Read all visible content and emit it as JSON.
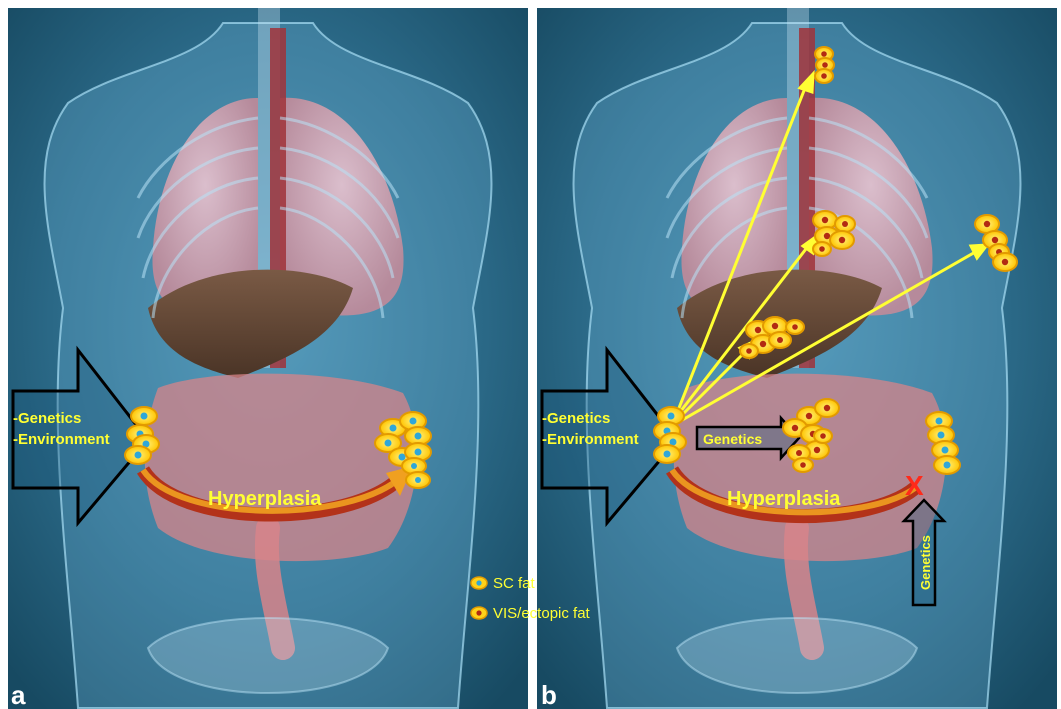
{
  "panels": {
    "a": {
      "letter": "a",
      "side_labels": [
        "-Genetics",
        "-Environment"
      ],
      "process_label": "Hyperplasia"
    },
    "b": {
      "letter": "b",
      "side_labels": [
        "-Genetics",
        "-Environment"
      ],
      "process_label": "Hyperplasia",
      "inner_arrow_label": "Genetics",
      "vertical_arrow_label": "Genetics",
      "block_mark": "X"
    }
  },
  "legend": {
    "items": [
      {
        "label": "SC fat",
        "center_color": "#2fa7d8"
      },
      {
        "label": "VIS/ectopic fat",
        "center_color": "#b22a12"
      }
    ]
  },
  "colors": {
    "background": "#1f5f7e",
    "body_glow": "#8fd0f0",
    "fat_cell_yellow": "#ffd21a",
    "fat_cell_outline": "#f3a300",
    "arrow_yellow": "#ffff33",
    "hyperplasia_arrow": "#b3321a",
    "label_yellow": "#ffff33",
    "block_x": "#ff2a1a"
  }
}
